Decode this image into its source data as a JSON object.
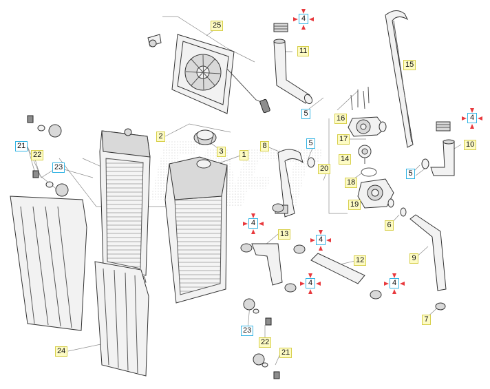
{
  "diagram": {
    "callouts": [
      {
        "id": "c25",
        "text": "25",
        "style": "y"
      },
      {
        "id": "c4a",
        "text": "4",
        "style": "mark"
      },
      {
        "id": "c11",
        "text": "11",
        "style": "y"
      },
      {
        "id": "c15",
        "text": "15",
        "style": "y"
      },
      {
        "id": "c5a",
        "text": "5",
        "style": "b"
      },
      {
        "id": "c16",
        "text": "16",
        "style": "y"
      },
      {
        "id": "c4b",
        "text": "4",
        "style": "mark"
      },
      {
        "id": "c17",
        "text": "17",
        "style": "y"
      },
      {
        "id": "c10",
        "text": "10",
        "style": "y"
      },
      {
        "id": "c2",
        "text": "2",
        "style": "y"
      },
      {
        "id": "c3",
        "text": "3",
        "style": "y"
      },
      {
        "id": "c1",
        "text": "1",
        "style": "y"
      },
      {
        "id": "c8",
        "text": "8",
        "style": "y"
      },
      {
        "id": "c5b",
        "text": "5",
        "style": "b"
      },
      {
        "id": "c14",
        "text": "14",
        "style": "y"
      },
      {
        "id": "c20",
        "text": "20",
        "style": "y"
      },
      {
        "id": "c5c",
        "text": "5",
        "style": "b"
      },
      {
        "id": "c18",
        "text": "18",
        "style": "y"
      },
      {
        "id": "c21a",
        "text": "21",
        "style": "b"
      },
      {
        "id": "c22a",
        "text": "22",
        "style": "y"
      },
      {
        "id": "c23a",
        "text": "23",
        "style": "b"
      },
      {
        "id": "c19",
        "text": "19",
        "style": "y"
      },
      {
        "id": "c6",
        "text": "6",
        "style": "y"
      },
      {
        "id": "c4c",
        "text": "4",
        "style": "mark"
      },
      {
        "id": "c13",
        "text": "13",
        "style": "y"
      },
      {
        "id": "c4d",
        "text": "4",
        "style": "mark"
      },
      {
        "id": "c9",
        "text": "9",
        "style": "y"
      },
      {
        "id": "c12",
        "text": "12",
        "style": "y"
      },
      {
        "id": "c4e",
        "text": "4",
        "style": "mark"
      },
      {
        "id": "c4f",
        "text": "4",
        "style": "mark"
      },
      {
        "id": "c7",
        "text": "7",
        "style": "y"
      },
      {
        "id": "c23b",
        "text": "23",
        "style": "b"
      },
      {
        "id": "c22b",
        "text": "22",
        "style": "y"
      },
      {
        "id": "c21b",
        "text": "21",
        "style": "y"
      },
      {
        "id": "c24",
        "text": "24",
        "style": "y"
      }
    ],
    "colors": {
      "callout_fill": "#fdfbc4",
      "callout_border": "#d7cf4a",
      "blue_border": "#33b4e4",
      "arrow_red": "#e8393d",
      "line": "#555555"
    }
  }
}
